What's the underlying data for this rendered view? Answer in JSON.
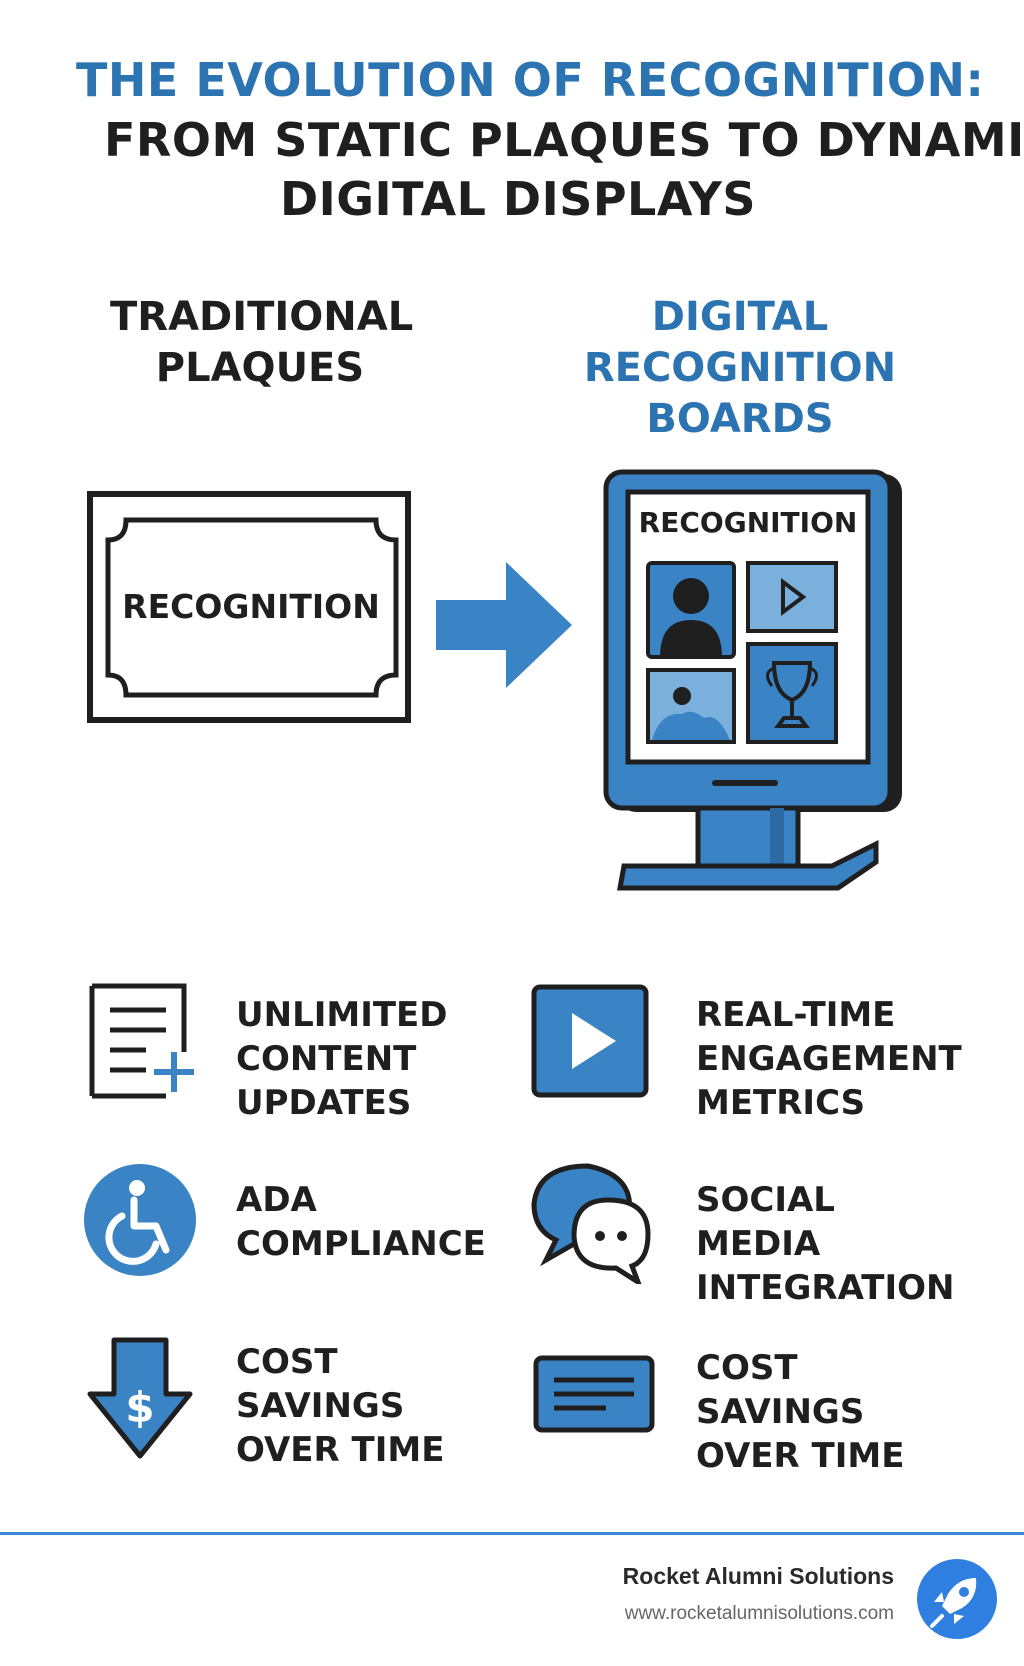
{
  "title": {
    "line1": "THE EVOLUTION OF RECOGNITION:",
    "line2": "FROM STATIC PLAQUES TO DYNAMI",
    "line3": "DIGITAL DISPLAYS"
  },
  "left_column": {
    "heading_line1": "TRADITIONAL",
    "heading_line2": "PLAQUES",
    "plaque_text": "RECOGNITION"
  },
  "right_column": {
    "heading_line1": "DIGITAL",
    "heading_line2": "RECOGNITION",
    "heading_line3": "BOARDS",
    "screen_text": "RECOGNITION"
  },
  "features": [
    {
      "lines": [
        "UNLIMITED",
        "CONTENT",
        "UPDATES"
      ],
      "icon": "document-add-icon"
    },
    {
      "lines": [
        "REAL-TIME",
        "ENGAGEMENT",
        "METRICS"
      ],
      "icon": "play-icon"
    },
    {
      "lines": [
        "ADA",
        "COMPLIANCE"
      ],
      "icon": "accessibility-icon"
    },
    {
      "lines": [
        "SOCIAL",
        "MEDIA",
        "INTEGRATION"
      ],
      "icon": "chat-bubbles-icon"
    },
    {
      "lines": [
        "COST",
        "SAVINGS",
        "OVER TIME"
      ],
      "icon": "dollar-down-arrow-icon"
    },
    {
      "lines": [
        "COST",
        "SAVINGS",
        "OVER TIME"
      ],
      "icon": "text-card-icon"
    }
  ],
  "footer": {
    "brand": "Rocket Alumni Solutions",
    "url": "www.rocketalumnisolutions.com"
  },
  "colors": {
    "accent_blue": "#2c73b2",
    "icon_blue": "#3b82c4",
    "dark": "#1f1f1f"
  }
}
